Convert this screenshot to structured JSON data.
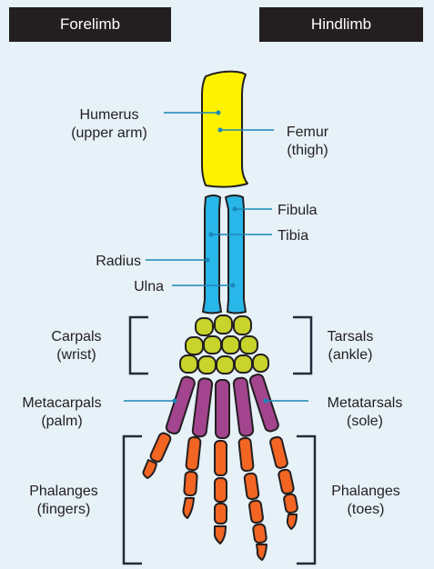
{
  "header": {
    "left_title": "Forelimb",
    "right_title": "Hindlimb"
  },
  "labels": {
    "humerus": {
      "name": "Humerus",
      "desc": "(upper arm)"
    },
    "femur": {
      "name": "Femur",
      "desc": "(thigh)"
    },
    "fibula": {
      "name": "Fibula"
    },
    "tibia": {
      "name": "Tibia"
    },
    "radius": {
      "name": "Radius"
    },
    "ulna": {
      "name": "Ulna"
    },
    "carpals": {
      "name": "Carpals",
      "desc": "(wrist)"
    },
    "tarsals": {
      "name": "Tarsals",
      "desc": "(ankle)"
    },
    "metacarpals": {
      "name": "Metacarpals",
      "desc": "(palm)"
    },
    "metatarsals": {
      "name": "Metatarsals",
      "desc": "(sole)"
    },
    "phalanges_left": {
      "name": "Phalanges",
      "desc": "(fingers)"
    },
    "phalanges_right": {
      "name": "Phalanges",
      "desc": "(toes)"
    }
  },
  "colors": {
    "background": "#e6f1f8",
    "header": "#231f20",
    "upper_bone": "#fff200",
    "lower_bones": "#29b6e8",
    "wrist_bones": "#c8d42c",
    "metacarpals": "#a3458e",
    "phalanges": "#f26522",
    "leader_line": "#1a87b8",
    "bracket": "#1f2d3a",
    "outline": "#231f20"
  }
}
